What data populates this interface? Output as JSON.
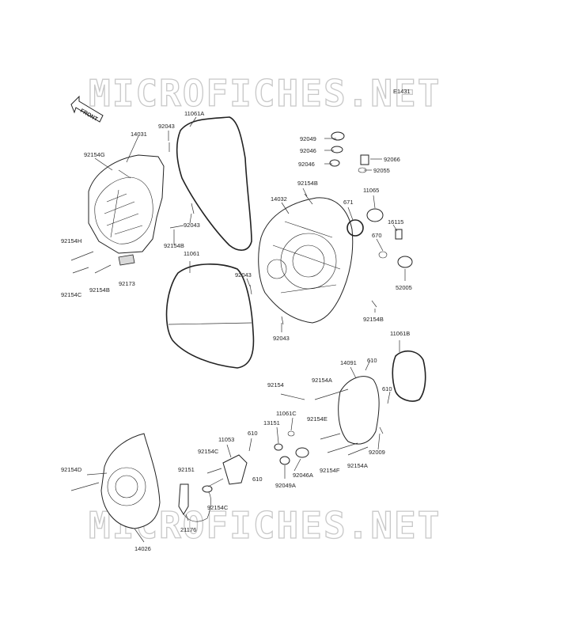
{
  "diagram_code": "E1431",
  "watermark": "MICROFICHES.NET",
  "front_label": "FRONT",
  "labels": {
    "l14031": "14031",
    "l92043a": "92043",
    "l11061A": "11061A",
    "l92154G": "92154G",
    "l92043b": "92043",
    "l92154H": "92154H",
    "l92154B_a": "92154B",
    "l92154C_a": "92154C",
    "l92154B_b": "92154B",
    "l92173": "92173",
    "l11061": "11061",
    "l92043c": "92043",
    "l92043d": "92043",
    "l92049": "92049",
    "l92046a": "92046",
    "l92046b": "92046",
    "l92066": "92066",
    "l92055": "92055",
    "l92154B_c": "92154B",
    "l14032": "14032",
    "l11065": "11065",
    "l671": "671",
    "l16115": "16115",
    "l670": "670",
    "l52005": "52005",
    "l92154B_d": "92154B",
    "l11061B": "11061B",
    "l14091": "14091",
    "l610a": "610",
    "l92154": "92154",
    "l92154A_a": "92154A",
    "l610b": "610",
    "l11061C": "11061C",
    "l92154E": "92154E",
    "l13151": "13151",
    "l11053": "11053",
    "l610c": "610",
    "l92154C_b": "92154C",
    "l92009": "92009",
    "l92151": "92151",
    "l610d": "610",
    "l92046A": "92046A",
    "l92154F": "92154F",
    "l92154A_b": "92154A",
    "l92049A": "92049A",
    "l92154C_c": "92154C",
    "l92154D": "92154D",
    "l21176": "21176",
    "l14026": "14026"
  }
}
